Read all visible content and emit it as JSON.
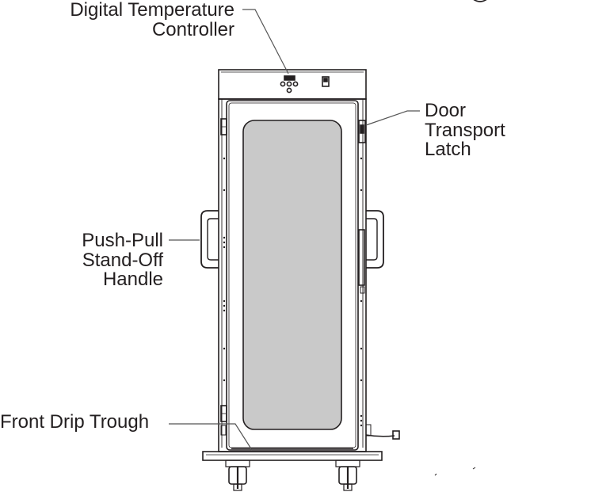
{
  "callouts": {
    "digital_temperature_controller": [
      "Digital Temperature",
      "Controller"
    ],
    "door_transport_latch": [
      "Door",
      "Transport",
      "Latch"
    ],
    "push_pull_handle": [
      "Push-Pull",
      "Stand-Off",
      "Handle"
    ],
    "front_drip_trough": [
      "Front Drip Trough"
    ]
  },
  "colors": {
    "line": "#231f20",
    "window_fill": "#c9c9c9",
    "leader": "#555555"
  }
}
